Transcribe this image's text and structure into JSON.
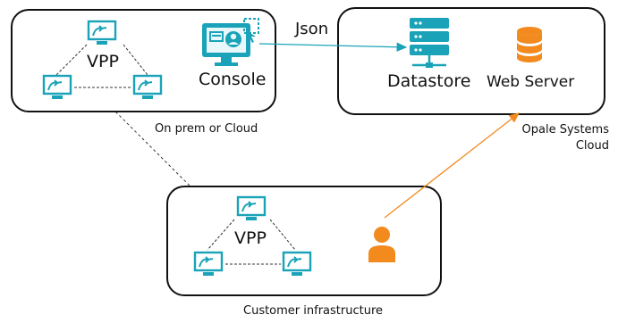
{
  "onprem": {
    "vpp_label": "VPP",
    "console_label": "Console",
    "caption": "On prem or Cloud"
  },
  "link": {
    "label": "Json"
  },
  "cloud": {
    "datastore_label": "Datastore",
    "webserver_label": "Web Server",
    "caption_line1": "Opale Systems",
    "caption_line2": "Cloud"
  },
  "customer": {
    "vpp_label": "VPP",
    "caption": "Customer infrastructure"
  },
  "colors": {
    "teal": "#1aa3b8",
    "orange": "#f28a1e",
    "border": "#111111"
  }
}
